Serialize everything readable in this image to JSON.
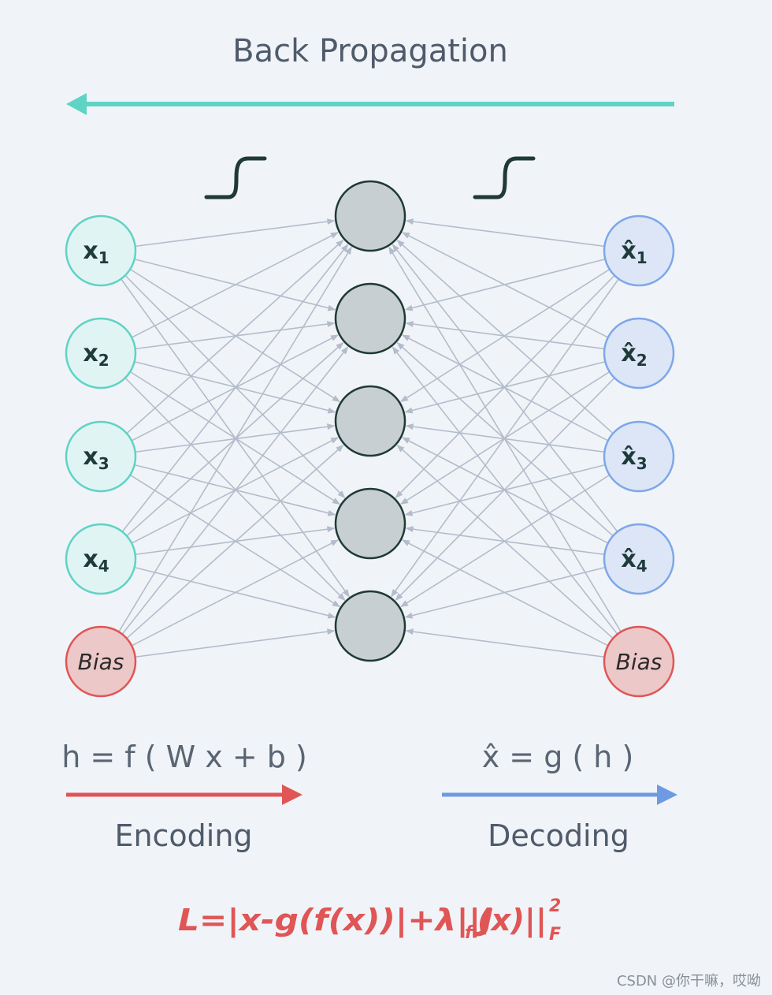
{
  "title": "Back Propagation",
  "colors": {
    "backprop_arrow": "#5fd3c4",
    "input_fill": "#e0f4f3",
    "input_stroke": "#5fd3c4",
    "hidden_fill": "#c8cfd3",
    "hidden_stroke": "#1f3a34",
    "output_fill": "#dce6f6",
    "output_stroke": "#7ea7e9",
    "bias_fill": "#ecc8c8",
    "bias_stroke": "#e05555",
    "edge": "#b3bccb",
    "encoding_arrow": "#e05555",
    "decoding_arrow": "#6e9ae3"
  },
  "input_nodes": [
    {
      "base": "x",
      "sub": "1"
    },
    {
      "base": "x",
      "sub": "2"
    },
    {
      "base": "x",
      "sub": "3"
    },
    {
      "base": "x",
      "sub": "4"
    }
  ],
  "output_nodes": [
    {
      "base": "x̂",
      "sub": "1"
    },
    {
      "base": "x̂",
      "sub": "2"
    },
    {
      "base": "x̂",
      "sub": "3"
    },
    {
      "base": "x̂",
      "sub": "4"
    }
  ],
  "bias_label": "Bias",
  "hidden_count": 5,
  "encoding": {
    "formula": "h = f ( W x + b )",
    "label": "Encoding"
  },
  "decoding": {
    "formula": "x̂ = g ( h )",
    "label": "Decoding"
  },
  "loss": {
    "main": "L=|x-g(f(x))|+λ||J",
    "sub_f": "f",
    "rest": "(x)||",
    "sup": "2",
    "sub": "F"
  },
  "watermark": "CSDN @你干嘛，哎呦"
}
